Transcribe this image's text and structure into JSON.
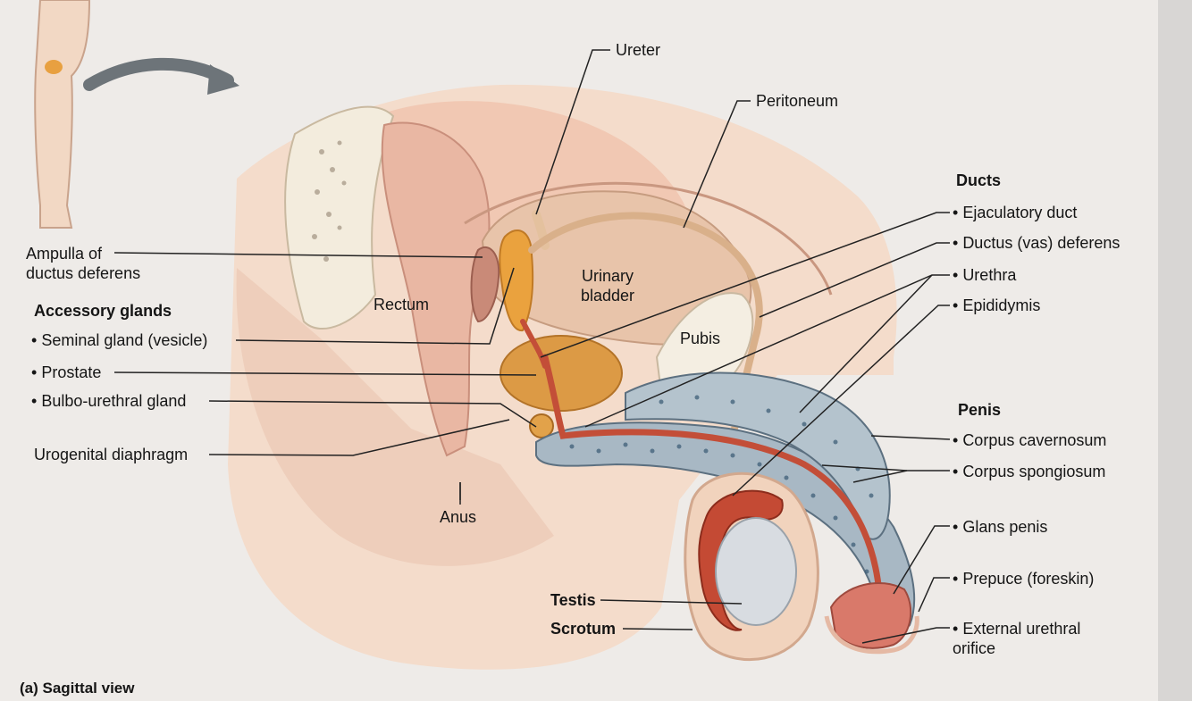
{
  "caption": "(a) Sagittal view",
  "left_labels": {
    "ampulla": "Ampulla of\nductus deferens",
    "accessory_heading": "Accessory glands",
    "seminal": "Seminal gland (vesicle)",
    "prostate": "Prostate",
    "bulbo": "Bulbo-urethral gland",
    "urogenital": "Urogenital diaphragm"
  },
  "top_labels": {
    "ureter": "Ureter",
    "peritoneum": "Peritoneum"
  },
  "inner_labels": {
    "rectum": "Rectum",
    "bladder": "Urinary\nbladder",
    "pubis": "Pubis",
    "anus": "Anus",
    "testis": "Testis",
    "scrotum": "Scrotum"
  },
  "ducts": {
    "heading": "Ducts",
    "items": [
      "Ejaculatory duct",
      "Ductus (vas) deferens",
      "Urethra",
      "Epididymis"
    ]
  },
  "penis": {
    "heading": "Penis",
    "items": [
      "Corpus cavernosum",
      "Corpus spongiosum",
      "Glans penis",
      "Prepuce (foreskin)",
      "External urethral\norifice"
    ]
  },
  "bullet": "•",
  "colors": {
    "skin": "#f2d6c0",
    "flesh": "#e8a48e",
    "bladder": "#e6c2a8",
    "prostate": "#e0a24a",
    "seminal": "#e8a540",
    "duct": "#c0503c",
    "spongy": "#9fb1bf",
    "testis": "#d9dde2",
    "leader": "#222222",
    "page": "#efecea"
  }
}
